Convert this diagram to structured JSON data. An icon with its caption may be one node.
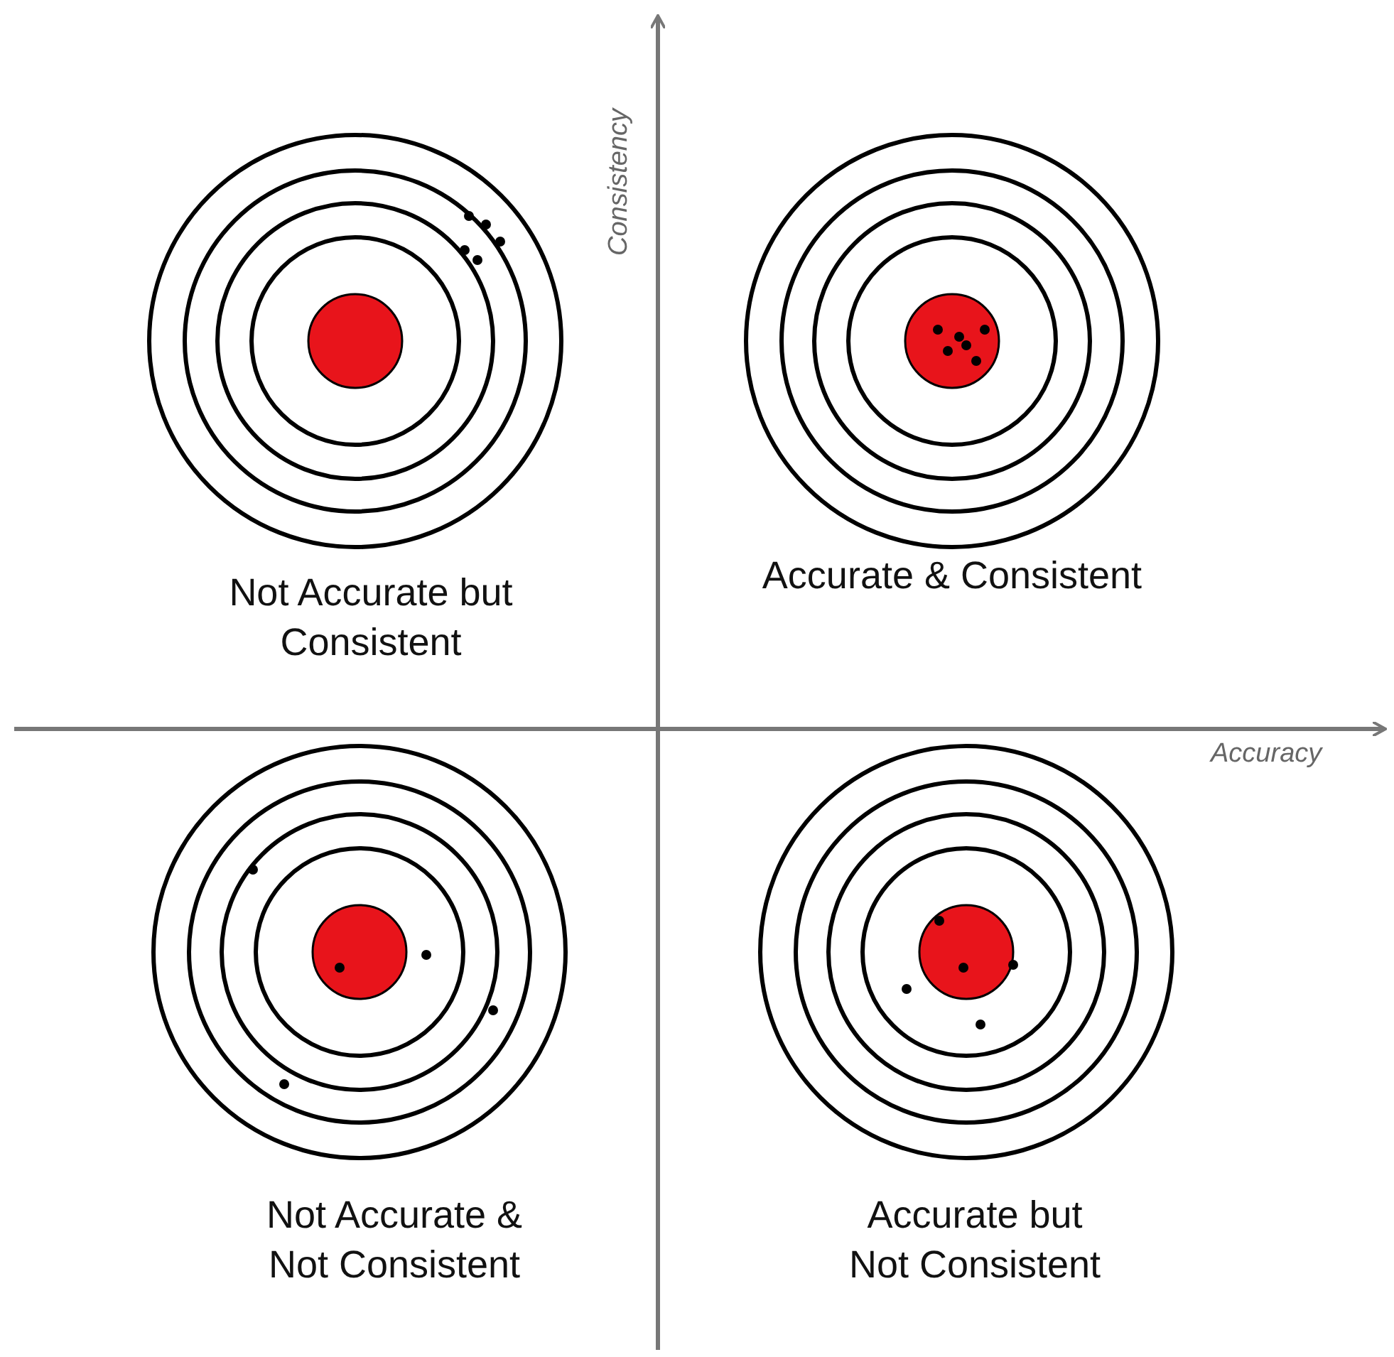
{
  "diagram": {
    "labels": [
      "Consistency",
      "Accuracy",
      "Not Accurate but Consistent",
      "Accurate & Consistent",
      "Not Accurate & Not Consistent",
      "Accurate but Not Consistent"
    ]
  }
}
